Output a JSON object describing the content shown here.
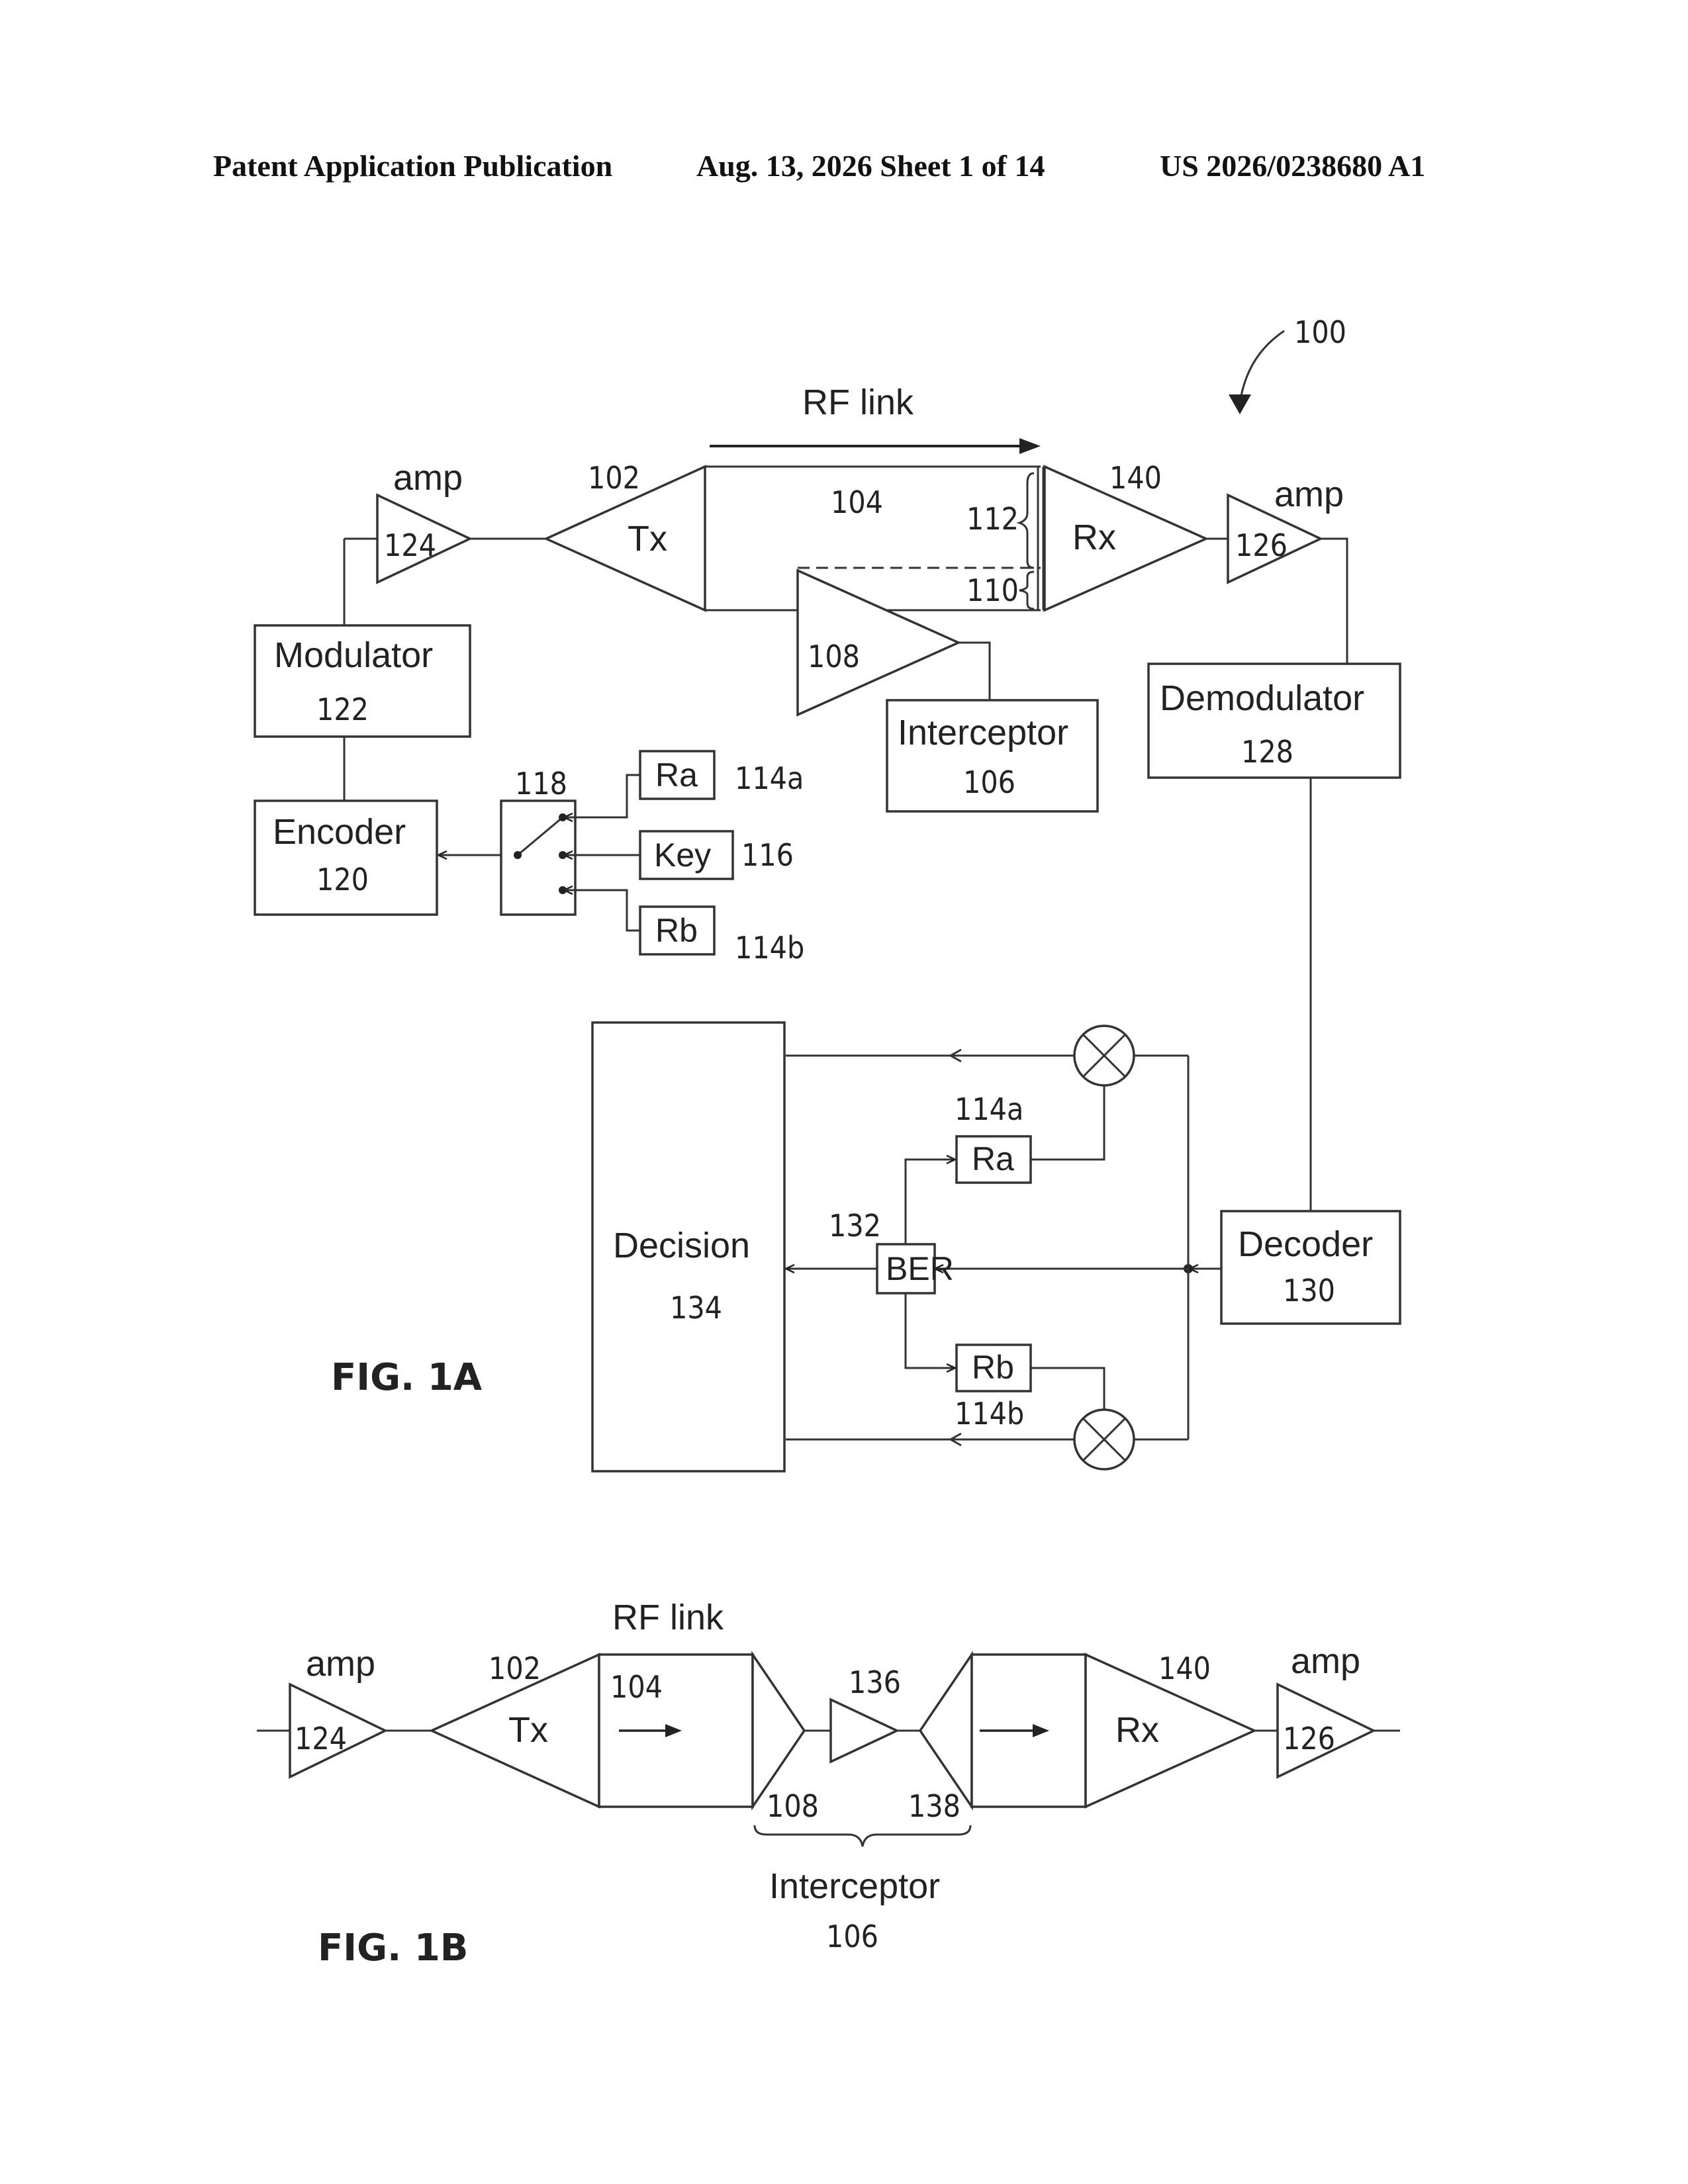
{
  "header": {
    "publication": "Patent Application Publication",
    "date_sheet": "Aug. 13, 2026  Sheet 1 of 14",
    "pub_number": "US 2026/0238680 A1"
  },
  "fig1a": {
    "figure_label": "FIG. 1A",
    "system_ref": "100",
    "rf_link": "RF link",
    "amp_tx": {
      "label": "amp",
      "ref": "124"
    },
    "tx": {
      "label": "Tx",
      "ref": "102"
    },
    "channel_ref": "104",
    "ref_112": "112",
    "ref_110": "110",
    "rx": {
      "label": "Rx",
      "ref": "140"
    },
    "amp_rx": {
      "label": "amp",
      "ref": "126"
    },
    "intercept_amp_ref": "108",
    "interceptor": {
      "label": "Interceptor",
      "ref": "106"
    },
    "modulator": {
      "label": "Modulator",
      "ref": "122"
    },
    "demodulator": {
      "label": "Demodulator",
      "ref": "128"
    },
    "encoder": {
      "label": "Encoder",
      "ref": "120"
    },
    "switch_ref": "118",
    "ra": {
      "label": "Ra",
      "ref": "114a"
    },
    "key": {
      "label": "Key",
      "ref": "116"
    },
    "rb": {
      "label": "Rb",
      "ref": "114b"
    },
    "decision": {
      "label": "Decision",
      "ref": "134"
    },
    "ber": {
      "label": "BER",
      "ref": "132"
    },
    "ra2": {
      "label": "Ra",
      "ref": "114a"
    },
    "rb2": {
      "label": "Rb",
      "ref": "114b"
    },
    "decoder": {
      "label": "Decoder",
      "ref": "130"
    }
  },
  "fig1b": {
    "figure_label": "FIG. 1B",
    "rf_link": "RF link",
    "amp_tx": {
      "label": "amp",
      "ref": "124"
    },
    "tx": {
      "label": "Tx",
      "ref": "102"
    },
    "channel_ref": "104",
    "relay_amp_ref": "136",
    "ref_108": "108",
    "ref_138": "138",
    "rx": {
      "label": "Rx",
      "ref": "140"
    },
    "amp_rx": {
      "label": "amp",
      "ref": "126"
    },
    "interceptor": {
      "label": "Interceptor",
      "ref": "106"
    }
  }
}
